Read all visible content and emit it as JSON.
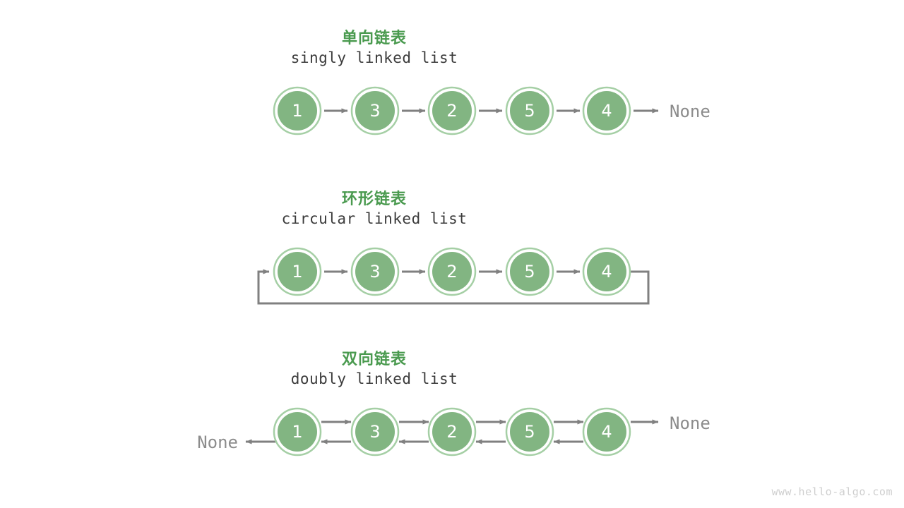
{
  "page": {
    "background": "#ffffff",
    "watermark": "www.hello-algo.com"
  },
  "colors": {
    "title_green": "#4a9a4f",
    "node_fill": "#82b582",
    "node_ring": "#a5cfa5",
    "node_gap": "#ffffff",
    "arrow_gray": "#808080",
    "subtitle_gray": "#3b3b3b",
    "none_gray": "#8c8c8c",
    "watermark_gray": "#cfcfcf"
  },
  "sections": [
    {
      "id": "singly",
      "title_cn": "单向链表",
      "title_en": "singly linked list",
      "nodes": [
        "1",
        "3",
        "2",
        "5",
        "4"
      ],
      "tail_label": "None",
      "head_label": null,
      "has_loop_back": false
    },
    {
      "id": "circular",
      "title_cn": "环形链表",
      "title_en": "circular linked list",
      "nodes": [
        "1",
        "3",
        "2",
        "5",
        "4"
      ],
      "tail_label": null,
      "head_label": null,
      "has_loop_back": true
    },
    {
      "id": "doubly",
      "title_cn": "双向链表",
      "title_en": "doubly linked list",
      "nodes": [
        "1",
        "3",
        "2",
        "5",
        "4"
      ],
      "tail_label": "None",
      "head_label": "None",
      "has_loop_back": false
    }
  ],
  "chart_data": {
    "type": "diagram",
    "title": "Linked list variants",
    "variants": [
      {
        "name_cn": "单向链表",
        "name_en": "singly linked list",
        "values": [
          1,
          3,
          2,
          5,
          4
        ],
        "terminators": {
          "right": "None"
        },
        "edges": "forward-only"
      },
      {
        "name_cn": "环形链表",
        "name_en": "circular linked list",
        "values": [
          1,
          3,
          2,
          5,
          4
        ],
        "terminators": {},
        "edges": "forward-only-plus-tail-to-head-loop"
      },
      {
        "name_cn": "双向链表",
        "name_en": "doubly linked list",
        "values": [
          1,
          3,
          2,
          5,
          4
        ],
        "terminators": {
          "left": "None",
          "right": "None"
        },
        "edges": "bidirectional"
      }
    ]
  }
}
